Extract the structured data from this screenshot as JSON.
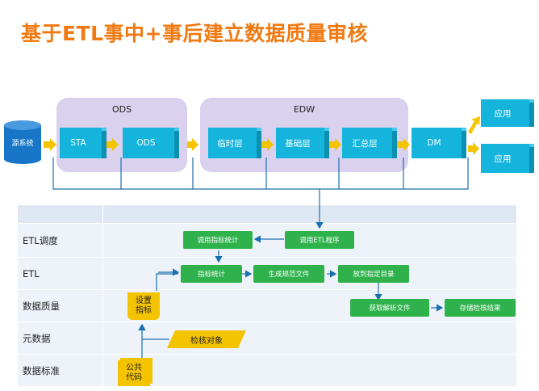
{
  "title": "基于ETL事中+事后建立数据质量审核",
  "source": "源系统",
  "groups": {
    "ods": "ODS",
    "edw": "EDW"
  },
  "boxes": {
    "sta": "STA",
    "ods": "ODS",
    "tmp": "临时层",
    "base": "基础层",
    "summary": "汇总层",
    "dm": "DM",
    "app1": "应用",
    "app2": "应用"
  },
  "rows": [
    "ETL调度",
    "ETL",
    "数据质量",
    "元数据",
    "数据标准"
  ],
  "steps": {
    "call_stats": "调用指标统计",
    "call_etl": "调用ETL程序",
    "stats": "指标统计",
    "gen_spec": "生成规范文件",
    "put_dir": "放到指定目录",
    "parse_file": "获取解析文件",
    "store_result": "存储检核结果"
  },
  "set_metric": "设置\n指标",
  "check_obj": "检核对象",
  "public_code": "公共\n代码",
  "colors": {
    "title": "#f07a12",
    "cube": "#14b4dc",
    "green": "#2fb24c",
    "yellow": "#f5c400",
    "group": "#d9d1ee",
    "line": "#1a6fb0"
  }
}
